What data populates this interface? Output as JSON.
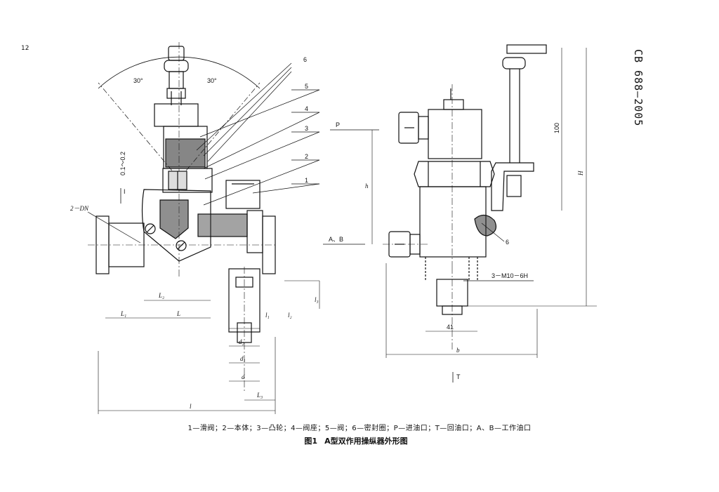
{
  "page": {
    "page_number": "12",
    "standard_code": "CB 688—2005"
  },
  "left_view": {
    "angle_left": "30°",
    "angle_right": "30°",
    "part_labels": [
      "6",
      "5",
      "4",
      "3",
      "2",
      "1"
    ],
    "gap_label": "0.1～0.2",
    "port_label": "2－DN",
    "section_mark": "I",
    "dim_labels": [
      "L₂",
      "L₁",
      "L",
      "l₁",
      "l₂",
      "l₃",
      "d₂",
      "d₁",
      "d",
      "L₃",
      "l"
    ]
  },
  "right_view": {
    "port_p": "P",
    "port_ab": "A、B",
    "port_t": "T",
    "dim_h": "h",
    "dim_100": "100",
    "dim_H": "H",
    "label_6": "6",
    "thread": "3－M10－6H",
    "dim_41": "41",
    "dim_b": "b"
  },
  "legend": "1—滑阀；2—本体；3—凸轮；4—阀座；5—阀；6—密封圈；P—进油口；T—回油口；A、B—工作油口",
  "caption": {
    "number": "图1",
    "title": "A型双作用操纵器外形图"
  }
}
